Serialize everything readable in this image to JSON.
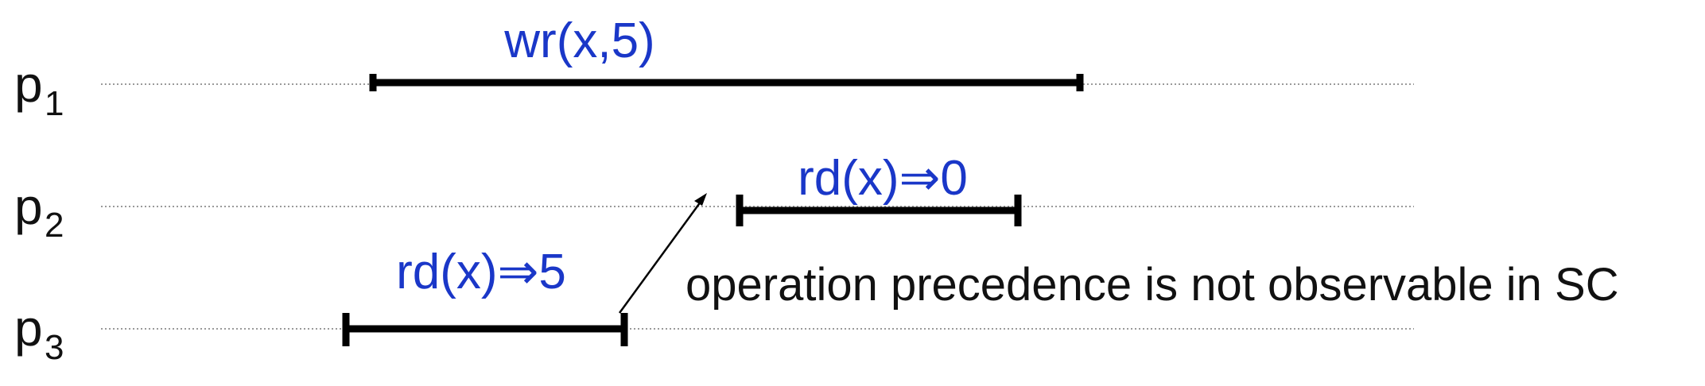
{
  "processes": [
    {
      "name": "p",
      "index": "1"
    },
    {
      "name": "p",
      "index": "2"
    },
    {
      "name": "p",
      "index": "3"
    }
  ],
  "operations": [
    {
      "process": "p1",
      "label": "wr(x,5)"
    },
    {
      "process": "p2",
      "label": "rd(x)⇒0"
    },
    {
      "process": "p3",
      "label": "rd(x)⇒5"
    }
  ],
  "note": "operation precedence is not observable in SC",
  "colors": {
    "operation_label": "#1a37c8",
    "text": "#111111",
    "timeline": "#9a9a9a"
  }
}
